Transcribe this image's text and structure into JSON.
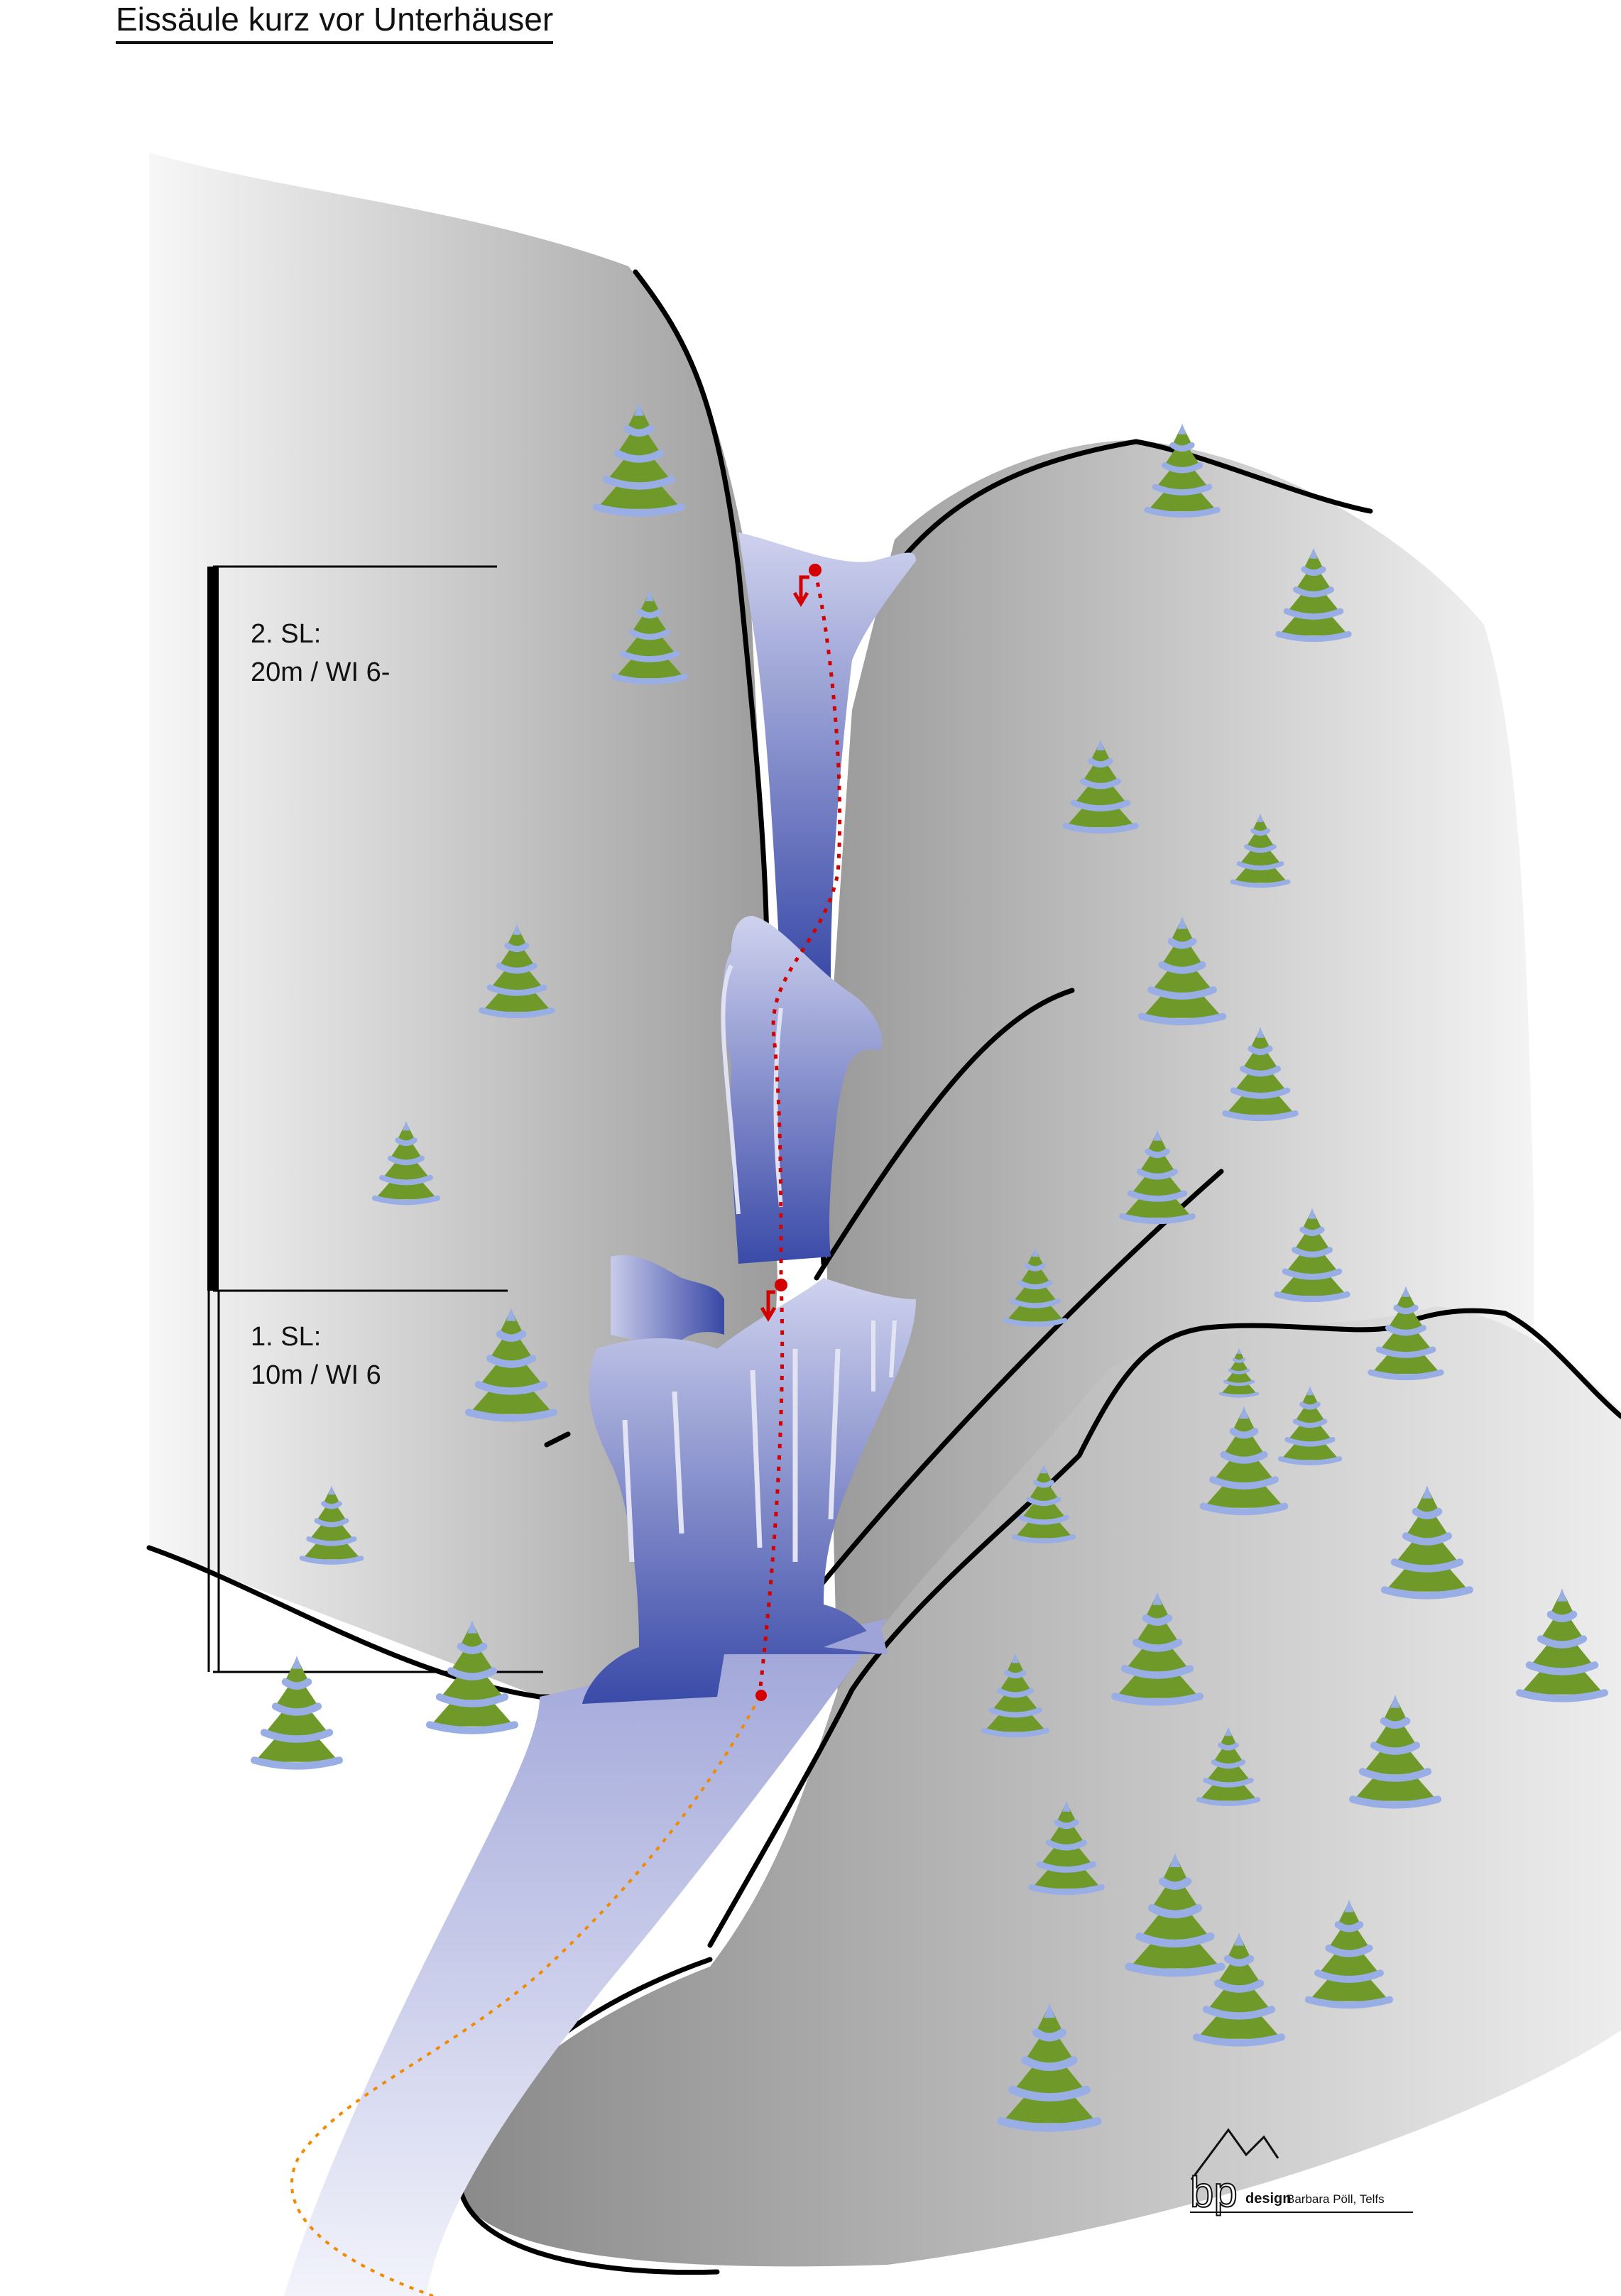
{
  "title": "Eissäule kurz vor Unterhäuser",
  "pitches": [
    {
      "name": "2. SL:",
      "detail": "20m / WI 6-"
    },
    {
      "name": "1. SL:",
      "detail": "10m / WI 6"
    }
  ],
  "logo": {
    "mark": "bp",
    "word": "design",
    "author": "Barbara Pöll, Telfs"
  },
  "colors": {
    "rock_dark": "#9a9a9a",
    "rock_light": "#f2f2f2",
    "ice_light": "#c4c8e8",
    "ice_dark": "#3040a0",
    "route": "#d40000",
    "approach": "#f08a00",
    "tree_green": "#6f9a2a",
    "tree_snow": "#9aaee6"
  }
}
